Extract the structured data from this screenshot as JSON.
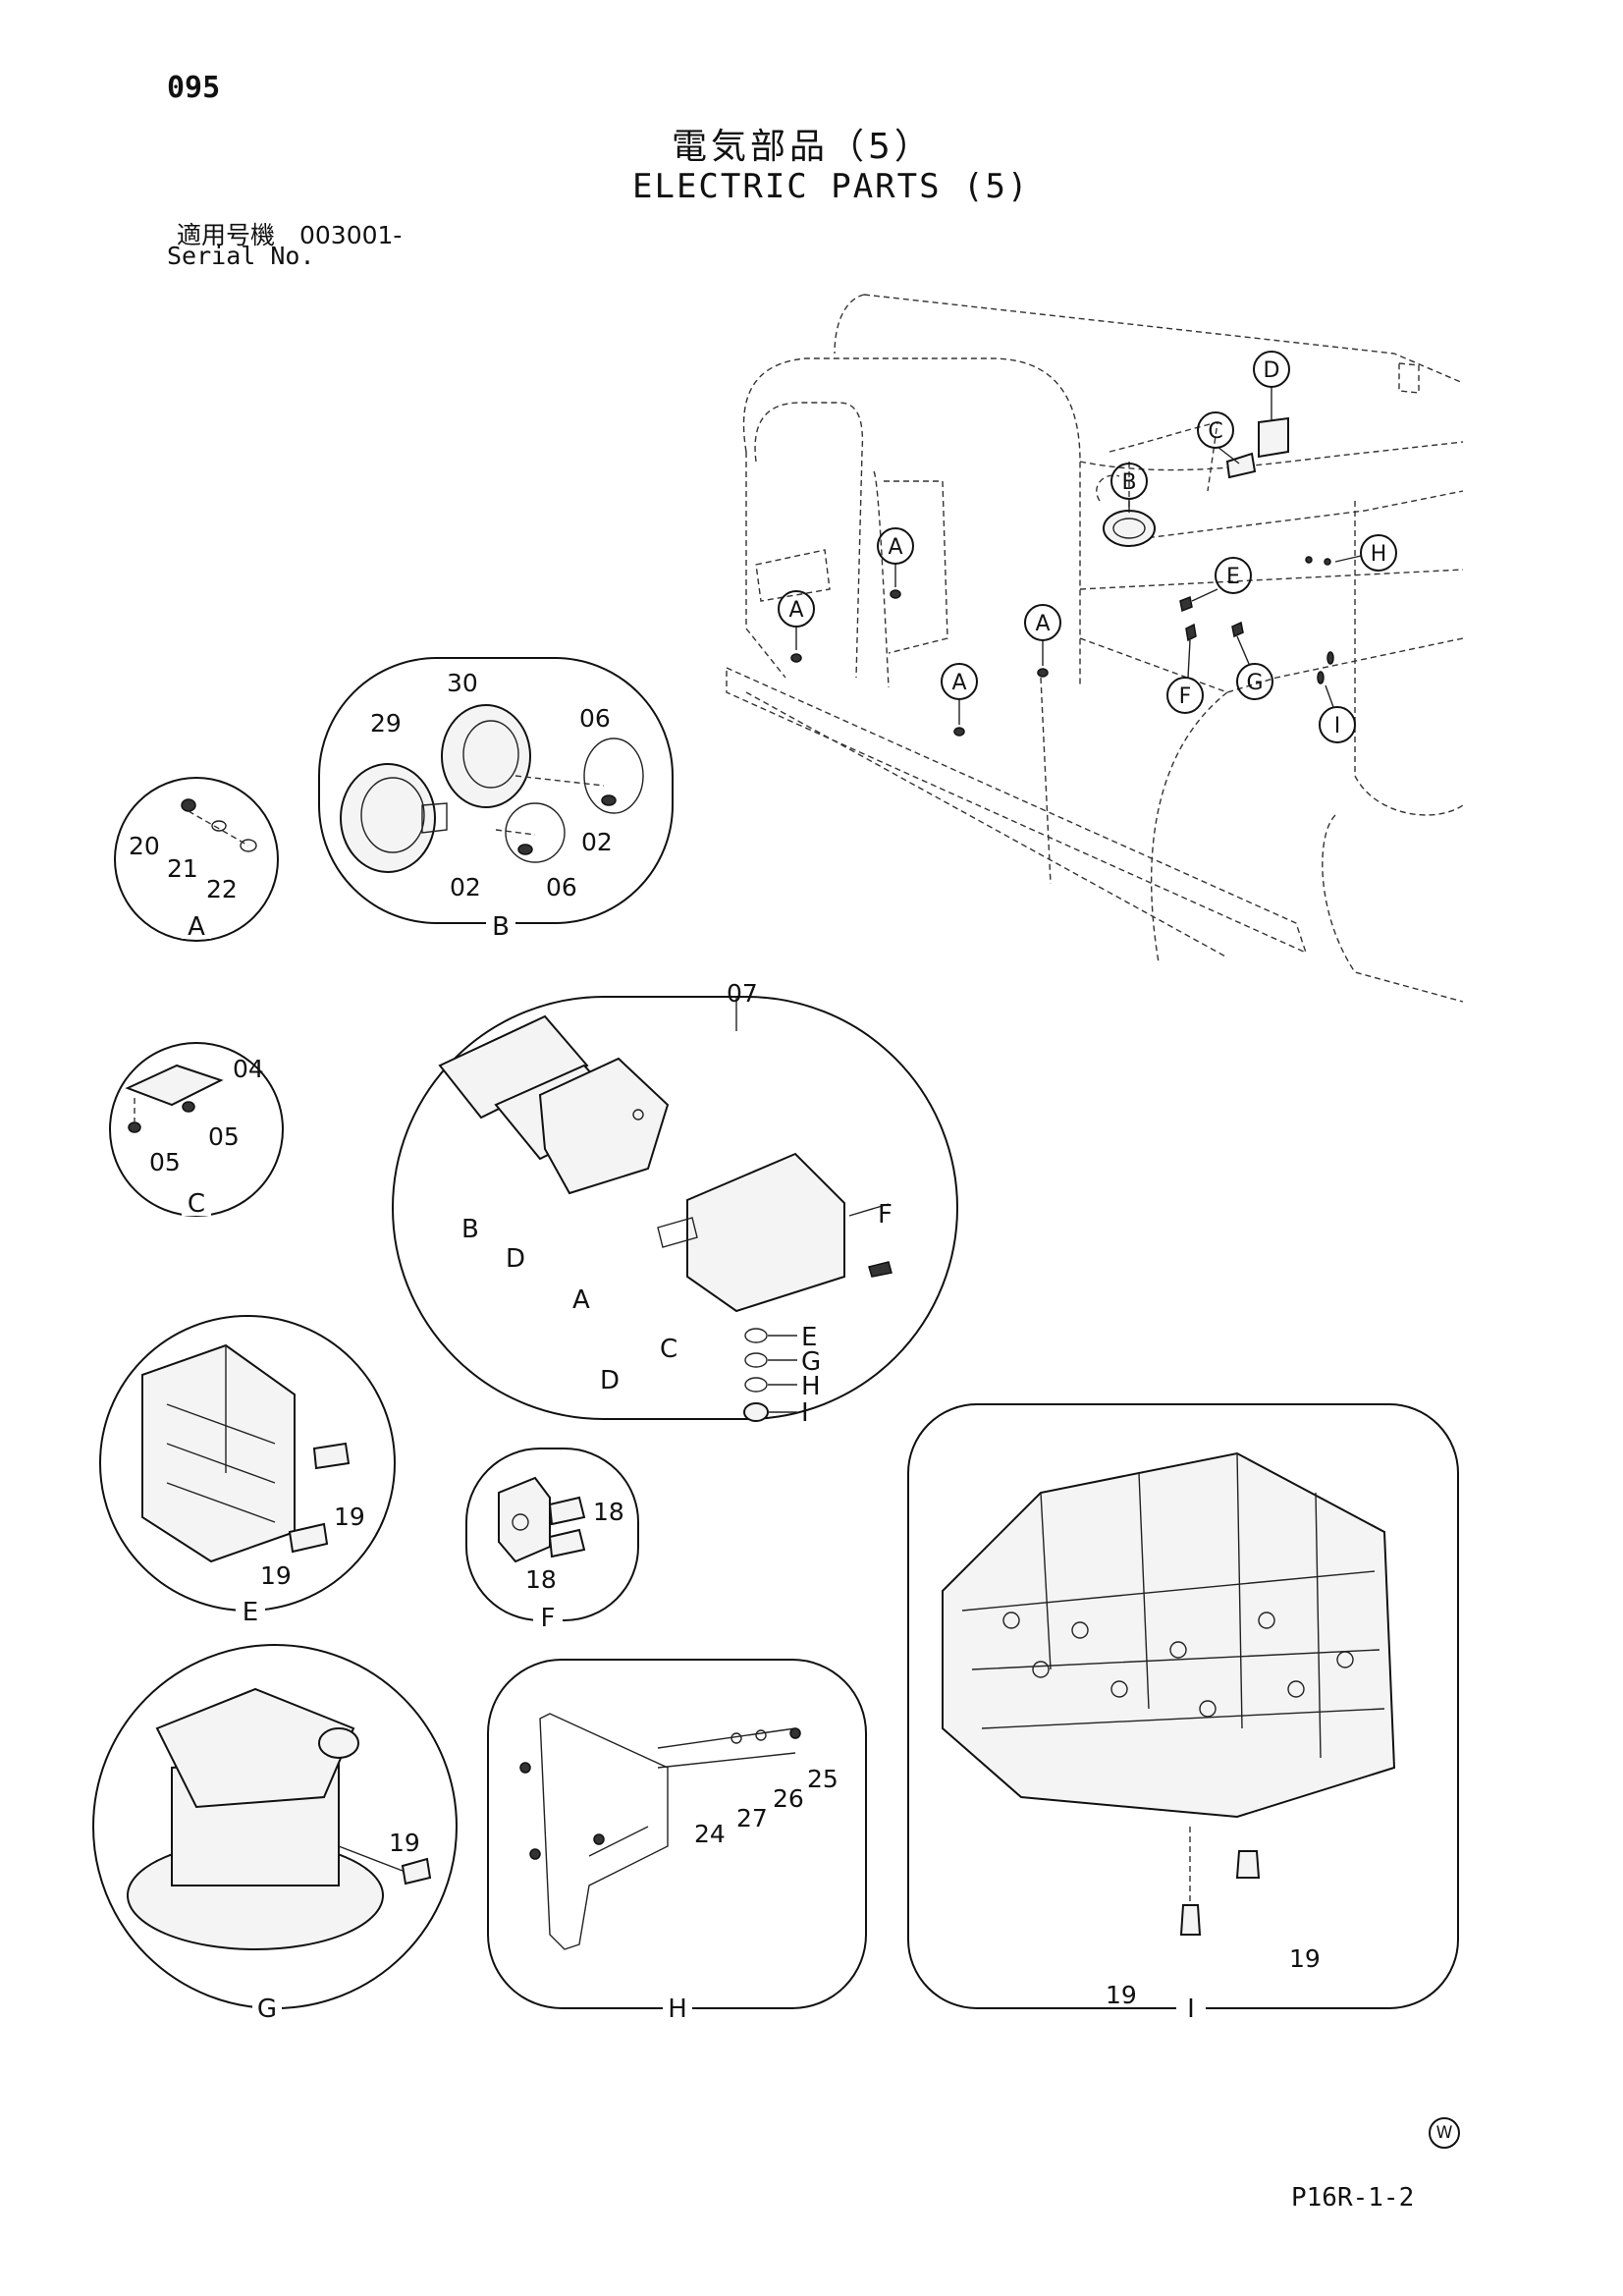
{
  "page_number": "095",
  "title_jp": "電気部品（5）",
  "title_en": "ELECTRIC PARTS (5)",
  "serial_label_jp": "適用号機　003001-",
  "serial_label_en": "Serial No.",
  "drawing_code": "P16R-1-2",
  "watermark_symbol": "W",
  "machine_callouts": [
    "A",
    "A",
    "A",
    "A",
    "B",
    "C",
    "D",
    "E",
    "F",
    "G",
    "H",
    "I"
  ],
  "detail_A": {
    "letter": "A",
    "parts": [
      "20",
      "21",
      "22"
    ]
  },
  "detail_B": {
    "letter": "B",
    "parts": [
      "29",
      "30",
      "06",
      "02",
      "02",
      "06"
    ]
  },
  "detail_C": {
    "letter": "C",
    "parts": [
      "04",
      "05",
      "05"
    ]
  },
  "detail_D": {
    "letter": "D",
    "assembly": "07",
    "parts": [
      "B",
      "D",
      "A",
      "C",
      "F"
    ],
    "stack": [
      "E",
      "G",
      "H",
      "I"
    ]
  },
  "detail_E": {
    "letter": "E",
    "parts": [
      "19",
      "19"
    ]
  },
  "detail_F": {
    "letter": "F",
    "parts": [
      "18",
      "18"
    ]
  },
  "detail_G": {
    "letter": "G",
    "parts": [
      "19"
    ]
  },
  "detail_H": {
    "letter": "H",
    "parts": [
      "25",
      "26",
      "27",
      "24"
    ]
  },
  "detail_I": {
    "letter": "I",
    "parts": [
      "19",
      "19"
    ]
  }
}
